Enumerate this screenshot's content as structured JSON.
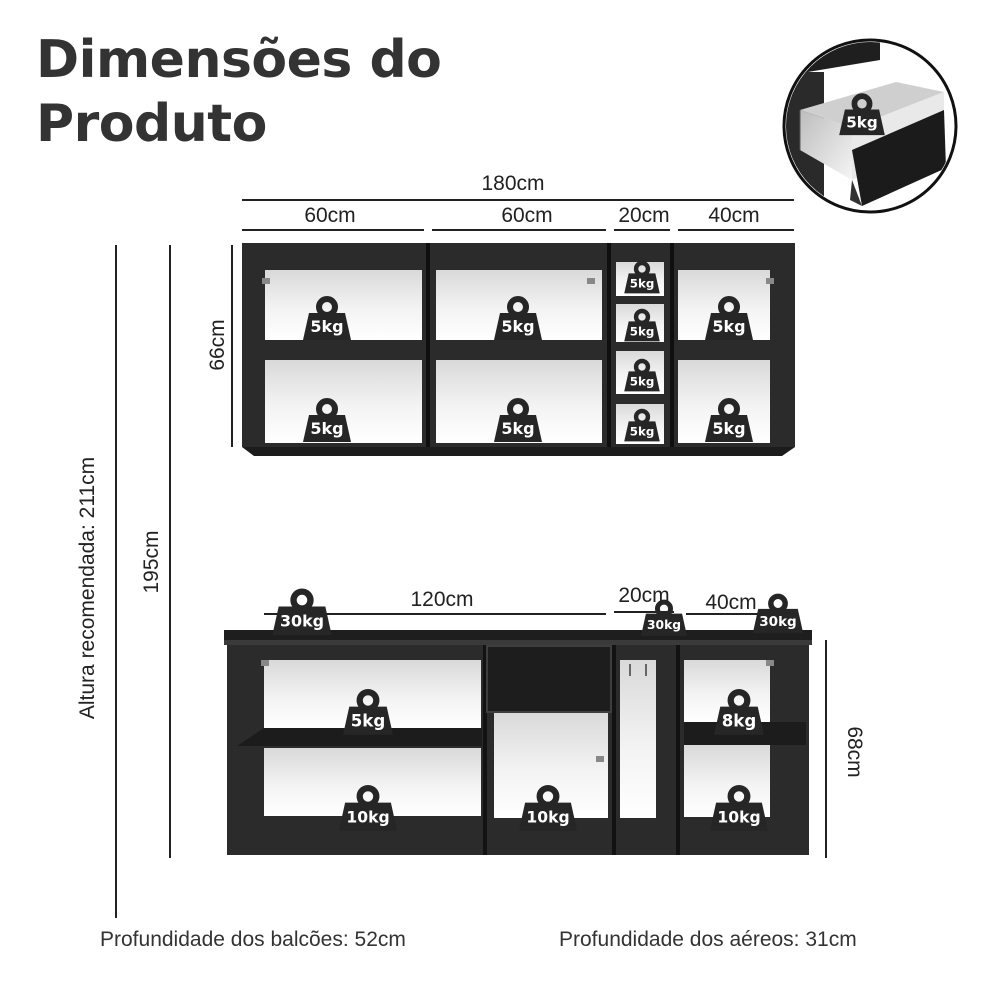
{
  "title_line1": "Dimensões do",
  "title_line2": "Produto",
  "top": {
    "total_width": "180cm",
    "widths": [
      "60cm",
      "60cm",
      "20cm",
      "40cm"
    ],
    "height": "66cm"
  },
  "bottom": {
    "widths": [
      "120cm",
      "20cm",
      "40cm"
    ],
    "height": "68cm"
  },
  "overall_height": "195cm",
  "recommended_height": "Altura recomendada: 211cm",
  "weights": {
    "inset_drawer": "5kg",
    "top_shelves": [
      "5kg",
      "5kg",
      "5kg",
      "5kg",
      "5kg",
      "5kg"
    ],
    "top_narrow": [
      "5kg",
      "5kg",
      "5kg",
      "5kg"
    ],
    "countertop": [
      "30kg",
      "30kg",
      "30kg"
    ],
    "bottom_left": [
      "5kg",
      "10kg"
    ],
    "bottom_middle": "10kg",
    "bottom_right": [
      "8kg",
      "10kg"
    ]
  },
  "footer_left": "Profundidade dos balcões: 52cm",
  "footer_right": "Profundidade dos aéreos: 31cm",
  "colors": {
    "cabinet": "#2b2b2b",
    "interior": "#e8e8e8",
    "weight": "#262626",
    "text": "#222222"
  }
}
